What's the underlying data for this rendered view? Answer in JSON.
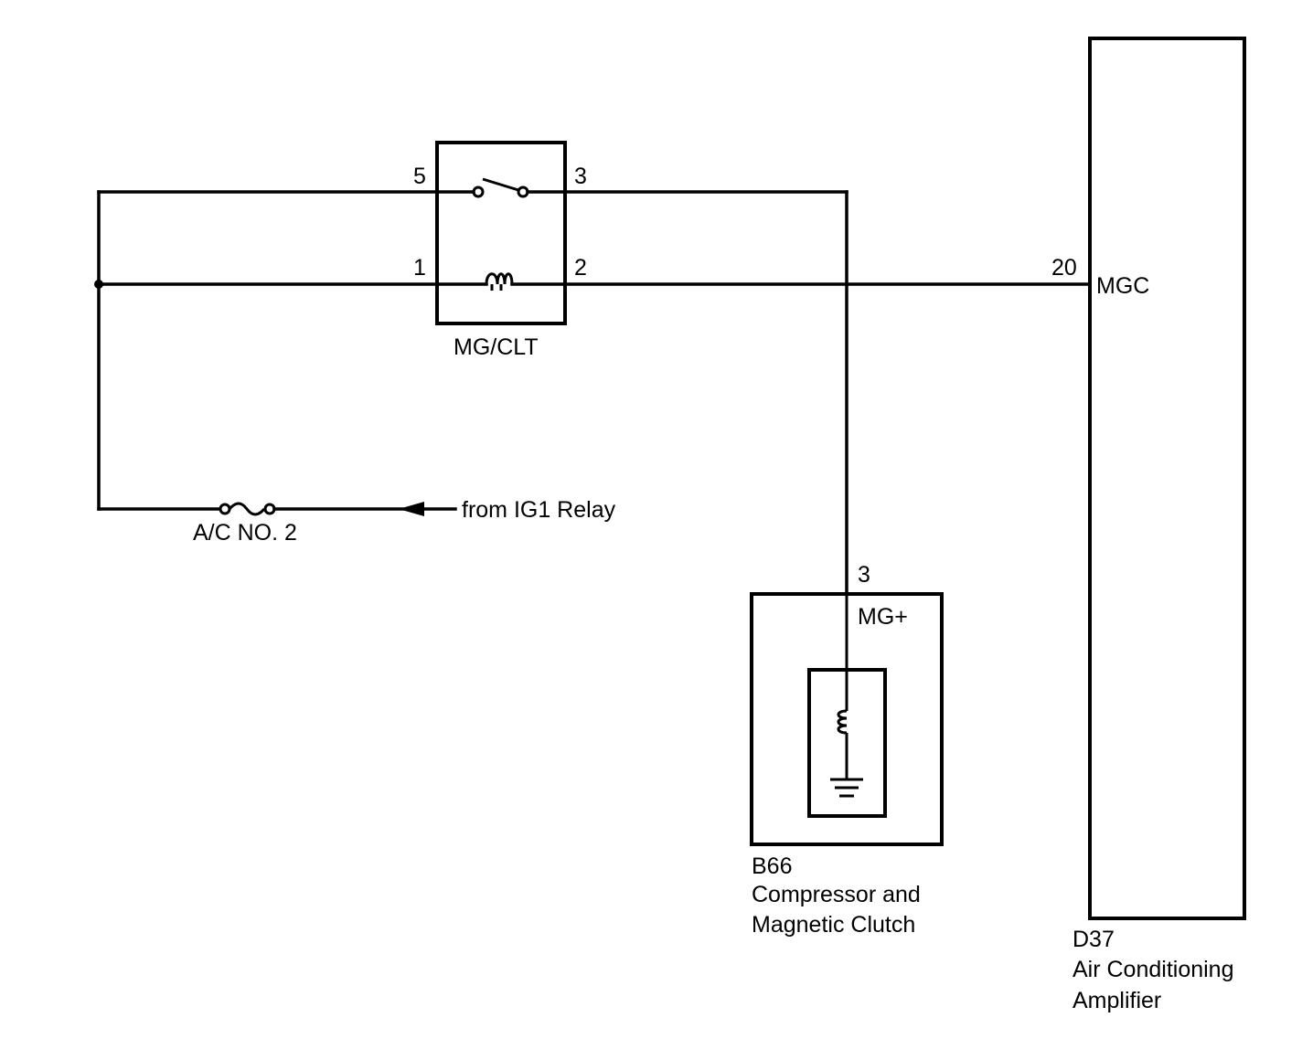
{
  "relay": {
    "name": "MG/CLT",
    "pin_5": "5",
    "pin_3": "3",
    "pin_1": "1",
    "pin_2": "2"
  },
  "amplifier": {
    "pin_number": "20",
    "pin_name": "MGC",
    "connector": "D37",
    "name_line1": "Air Conditioning",
    "name_line2": "Amplifier"
  },
  "compressor": {
    "pin_number": "3",
    "pin_name": "MG+",
    "connector": "B66",
    "name_line1": "Compressor and",
    "name_line2": "Magnetic Clutch"
  },
  "fuse": {
    "name": "A/C NO. 2"
  },
  "source": {
    "label": "from IG1 Relay"
  }
}
